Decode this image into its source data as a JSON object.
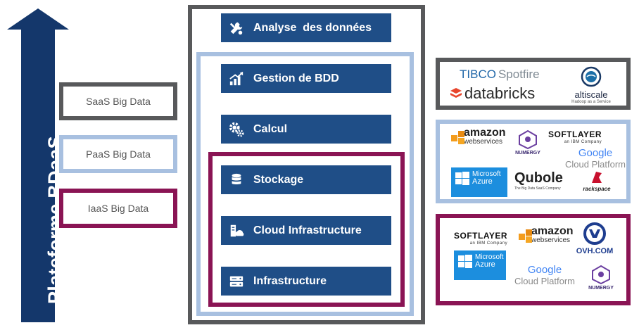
{
  "arrow": {
    "label": "Plateforme BDaaS",
    "color": "#14376b"
  },
  "levels": [
    {
      "label": "SaaS Big Data"
    },
    {
      "label": "PaaS Big Data"
    },
    {
      "label": "IaaS Big Data"
    }
  ],
  "stack": [
    {
      "label": "Analyse  des données",
      "icon": "tools-icon"
    },
    {
      "label": "Gestion de BDD",
      "icon": "chart-growth-icon"
    },
    {
      "label": "Calcul",
      "icon": "gears-icon"
    },
    {
      "label": "Stockage",
      "icon": "database-icon"
    },
    {
      "label": "Cloud Infrastructure",
      "icon": "server-cloud-icon"
    },
    {
      "label": "Infrastructure",
      "icon": "server-rack-icon"
    }
  ],
  "logos": {
    "saas": {
      "tibco": "TIBCO",
      "spotfire": "Spotfire",
      "databricks": "databricks",
      "altiscale": "altiscale",
      "altiscale_sub": "Hadoop as a Service"
    },
    "paas": {
      "amazon": "amazon",
      "amazon_ws": "webservices",
      "numergy": "NUMERGY",
      "softlayer": "SOFTLAYER",
      "softlayer_sub": "an IBM Company",
      "google": "Google",
      "google_cp": "Cloud Platform",
      "azure_1": "Microsoft",
      "azure_2": "Azure",
      "qubole": "Qubole",
      "qubole_sub": "The Big Data SaaS Company",
      "rackspace": "rackspace"
    },
    "iaas": {
      "softlayer": "SOFTLAYER",
      "softlayer_sub": "an IBM Company",
      "amazon": "amazon",
      "amazon_ws": "webservices",
      "ovh": "OVH.COM",
      "azure_1": "Microsoft",
      "azure_2": "Azure",
      "google": "Google",
      "google_cp": "Cloud Platform",
      "numergy": "NUMERGY"
    }
  },
  "colors": {
    "navy": "#1f4e87",
    "gray": "#58595b",
    "lightblue": "#a8c0e0",
    "purple": "#8a1454"
  }
}
